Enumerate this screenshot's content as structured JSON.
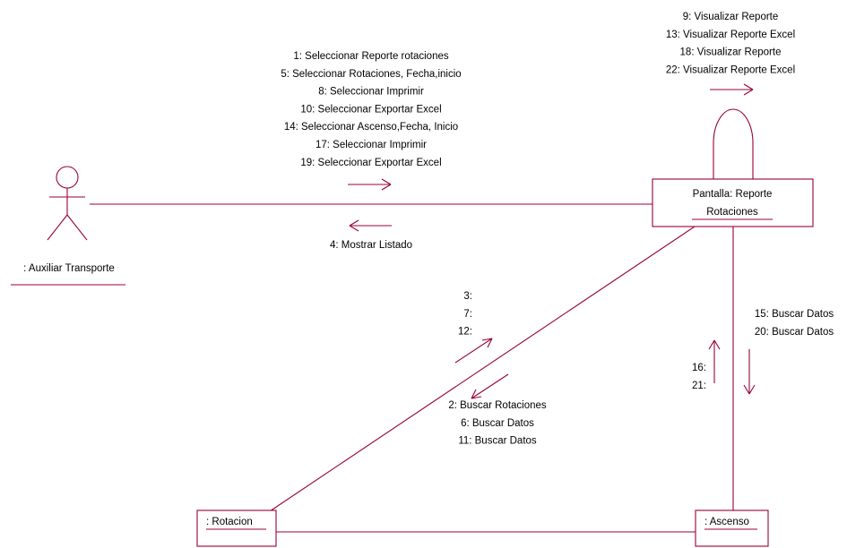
{
  "colors": {
    "stroke": "#990033",
    "text": "#000000",
    "background": "#ffffff"
  },
  "objects": {
    "actor": ": Auxiliar Transporte",
    "screen_line1": "Pantalla: Reporte",
    "screen_line2": "Rotaciones",
    "rotacion": ": Rotacion",
    "ascenso": ": Ascenso"
  },
  "messages": {
    "actor_to_screen": [
      "1: Seleccionar Reporte rotaciones",
      "5: Seleccionar Rotaciones, Fecha,inicio",
      "8: Seleccionar Imprimir",
      "10: Seleccionar Exportar Excel",
      "14: Seleccionar Ascenso,Fecha, Inicio",
      "17: Seleccionar Imprimir",
      "19: Seleccionar Exportar Excel"
    ],
    "screen_to_actor": [
      "4: Mostrar Listado"
    ],
    "screen_self": [
      "9: Visualizar Reporte",
      "13: Visualizar Reporte Excel",
      "18: Visualizar Reporte",
      "22: Visualizar Reporte Excel"
    ],
    "rotacion_to_screen": [
      "3:",
      "7:",
      "12:"
    ],
    "screen_to_rotacion": [
      "2: Buscar Rotaciones",
      "6: Buscar Datos",
      "11: Buscar Datos"
    ],
    "screen_to_ascenso": [
      "15: Buscar Datos",
      "20: Buscar Datos"
    ],
    "ascenso_to_screen": [
      "16:",
      "21:"
    ]
  }
}
